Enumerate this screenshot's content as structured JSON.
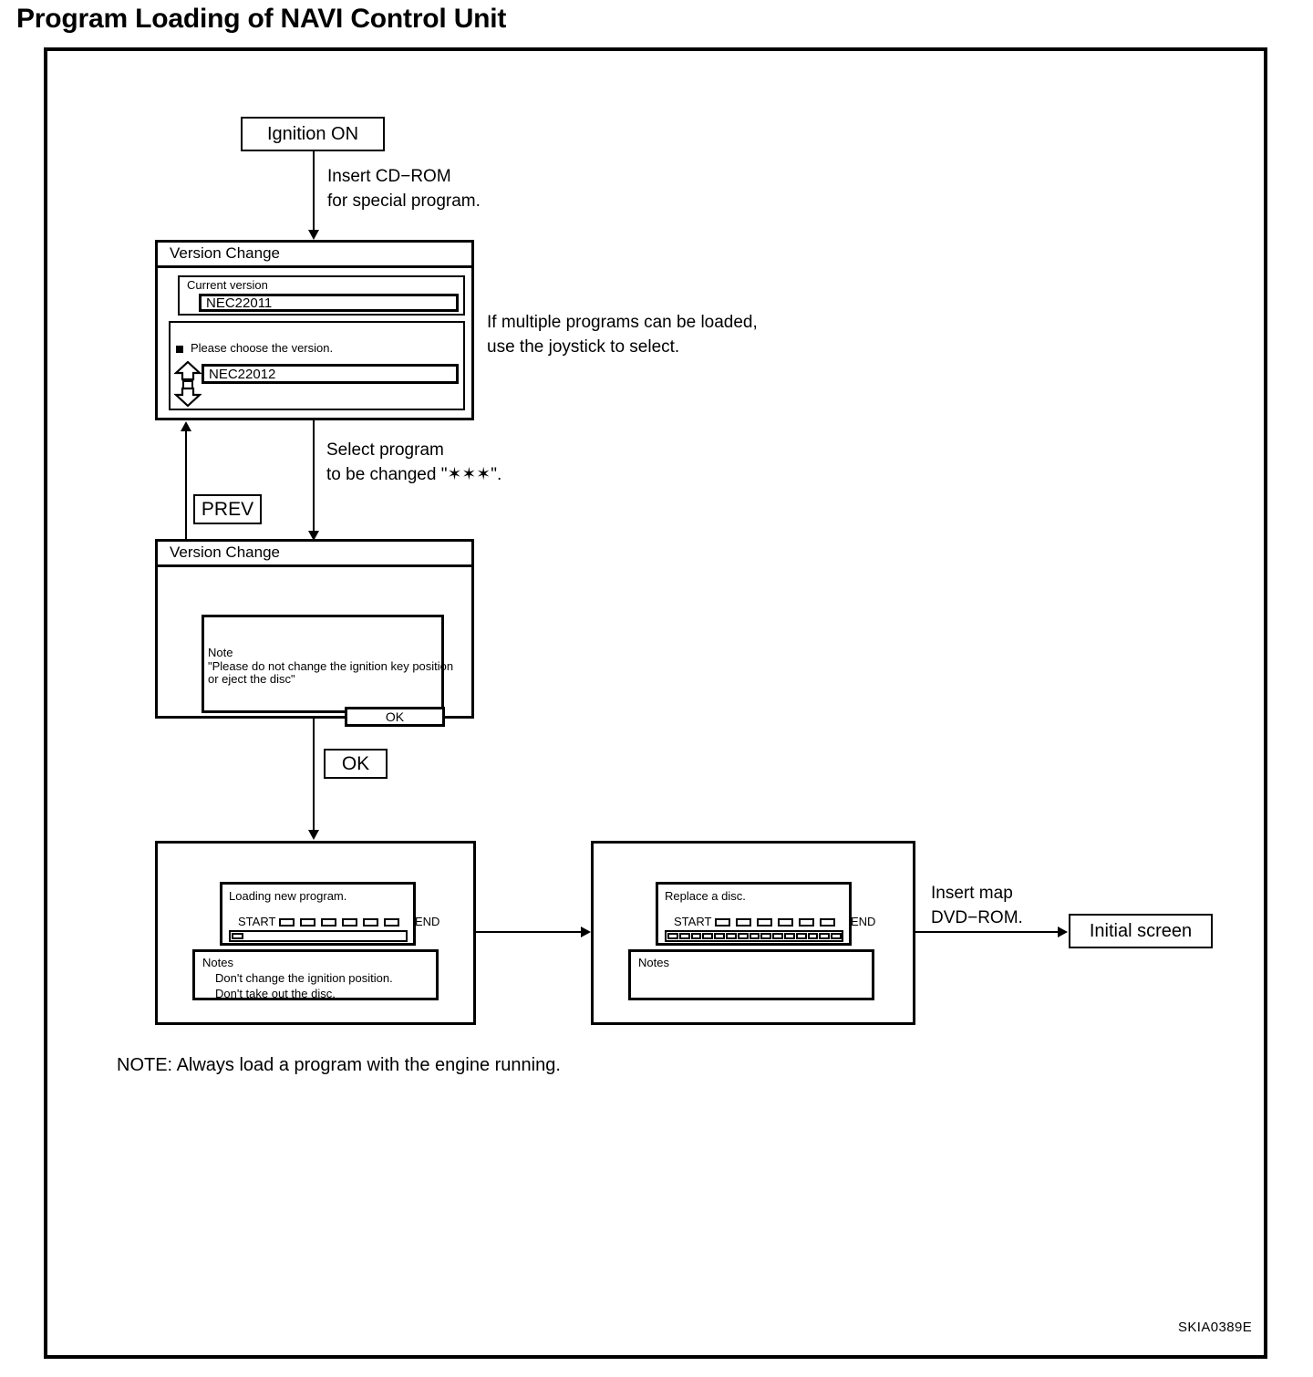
{
  "page_title": "Program Loading of NAVI Control Unit",
  "figure_id": "SKIA0389E",
  "nodes": {
    "ignition_on": "Ignition ON",
    "prev_button": "PREV",
    "ok_button": "OK",
    "initial_screen": "Initial screen"
  },
  "annotations": {
    "insert_cdrom": "Insert CD−ROM\nfor special program.",
    "multiple_programs": "If multiple programs can be loaded,\nuse the joystick to select.",
    "select_program": "Select program\nto be changed \"✶✶✶\".",
    "insert_map_dvd": "Insert map\nDVD−ROM."
  },
  "version_change_1": {
    "title": "Version Change",
    "current_version_label": "Current version",
    "current_version_value": "NEC22011",
    "choose_prompt": "Please choose the version.",
    "available_version_value": "NEC22012",
    "scroll_up_icon": "arrow-up-icon",
    "scroll_down_icon": "arrow-down-icon"
  },
  "version_change_2": {
    "title": "Version Change",
    "note_title": "Note",
    "note_line_1": "\"Please do not change the ignition key position",
    "note_line_2": "or eject the disc\"",
    "ok_label": "OK"
  },
  "loading_screen": {
    "message": "Loading new program.",
    "progress_start_label": "START",
    "progress_end_label": "END",
    "progress_dashes": 6,
    "progress_cells": 1,
    "progress_cells_total": 15,
    "notes_title": "Notes",
    "notes_items": [
      "Don't change the ignition position.",
      "Don't take out the disc."
    ]
  },
  "replace_screen": {
    "message": "Replace a disc.",
    "progress_start_label": "START",
    "progress_end_label": "END",
    "progress_dashes": 6,
    "progress_cells": 15,
    "progress_cells_total": 15,
    "notes_title": "Notes",
    "notes_items": []
  },
  "bottom_note": "NOTE: Always load a program with the engine running.",
  "colors": {
    "ink": "#000000",
    "paper": "#ffffff"
  }
}
